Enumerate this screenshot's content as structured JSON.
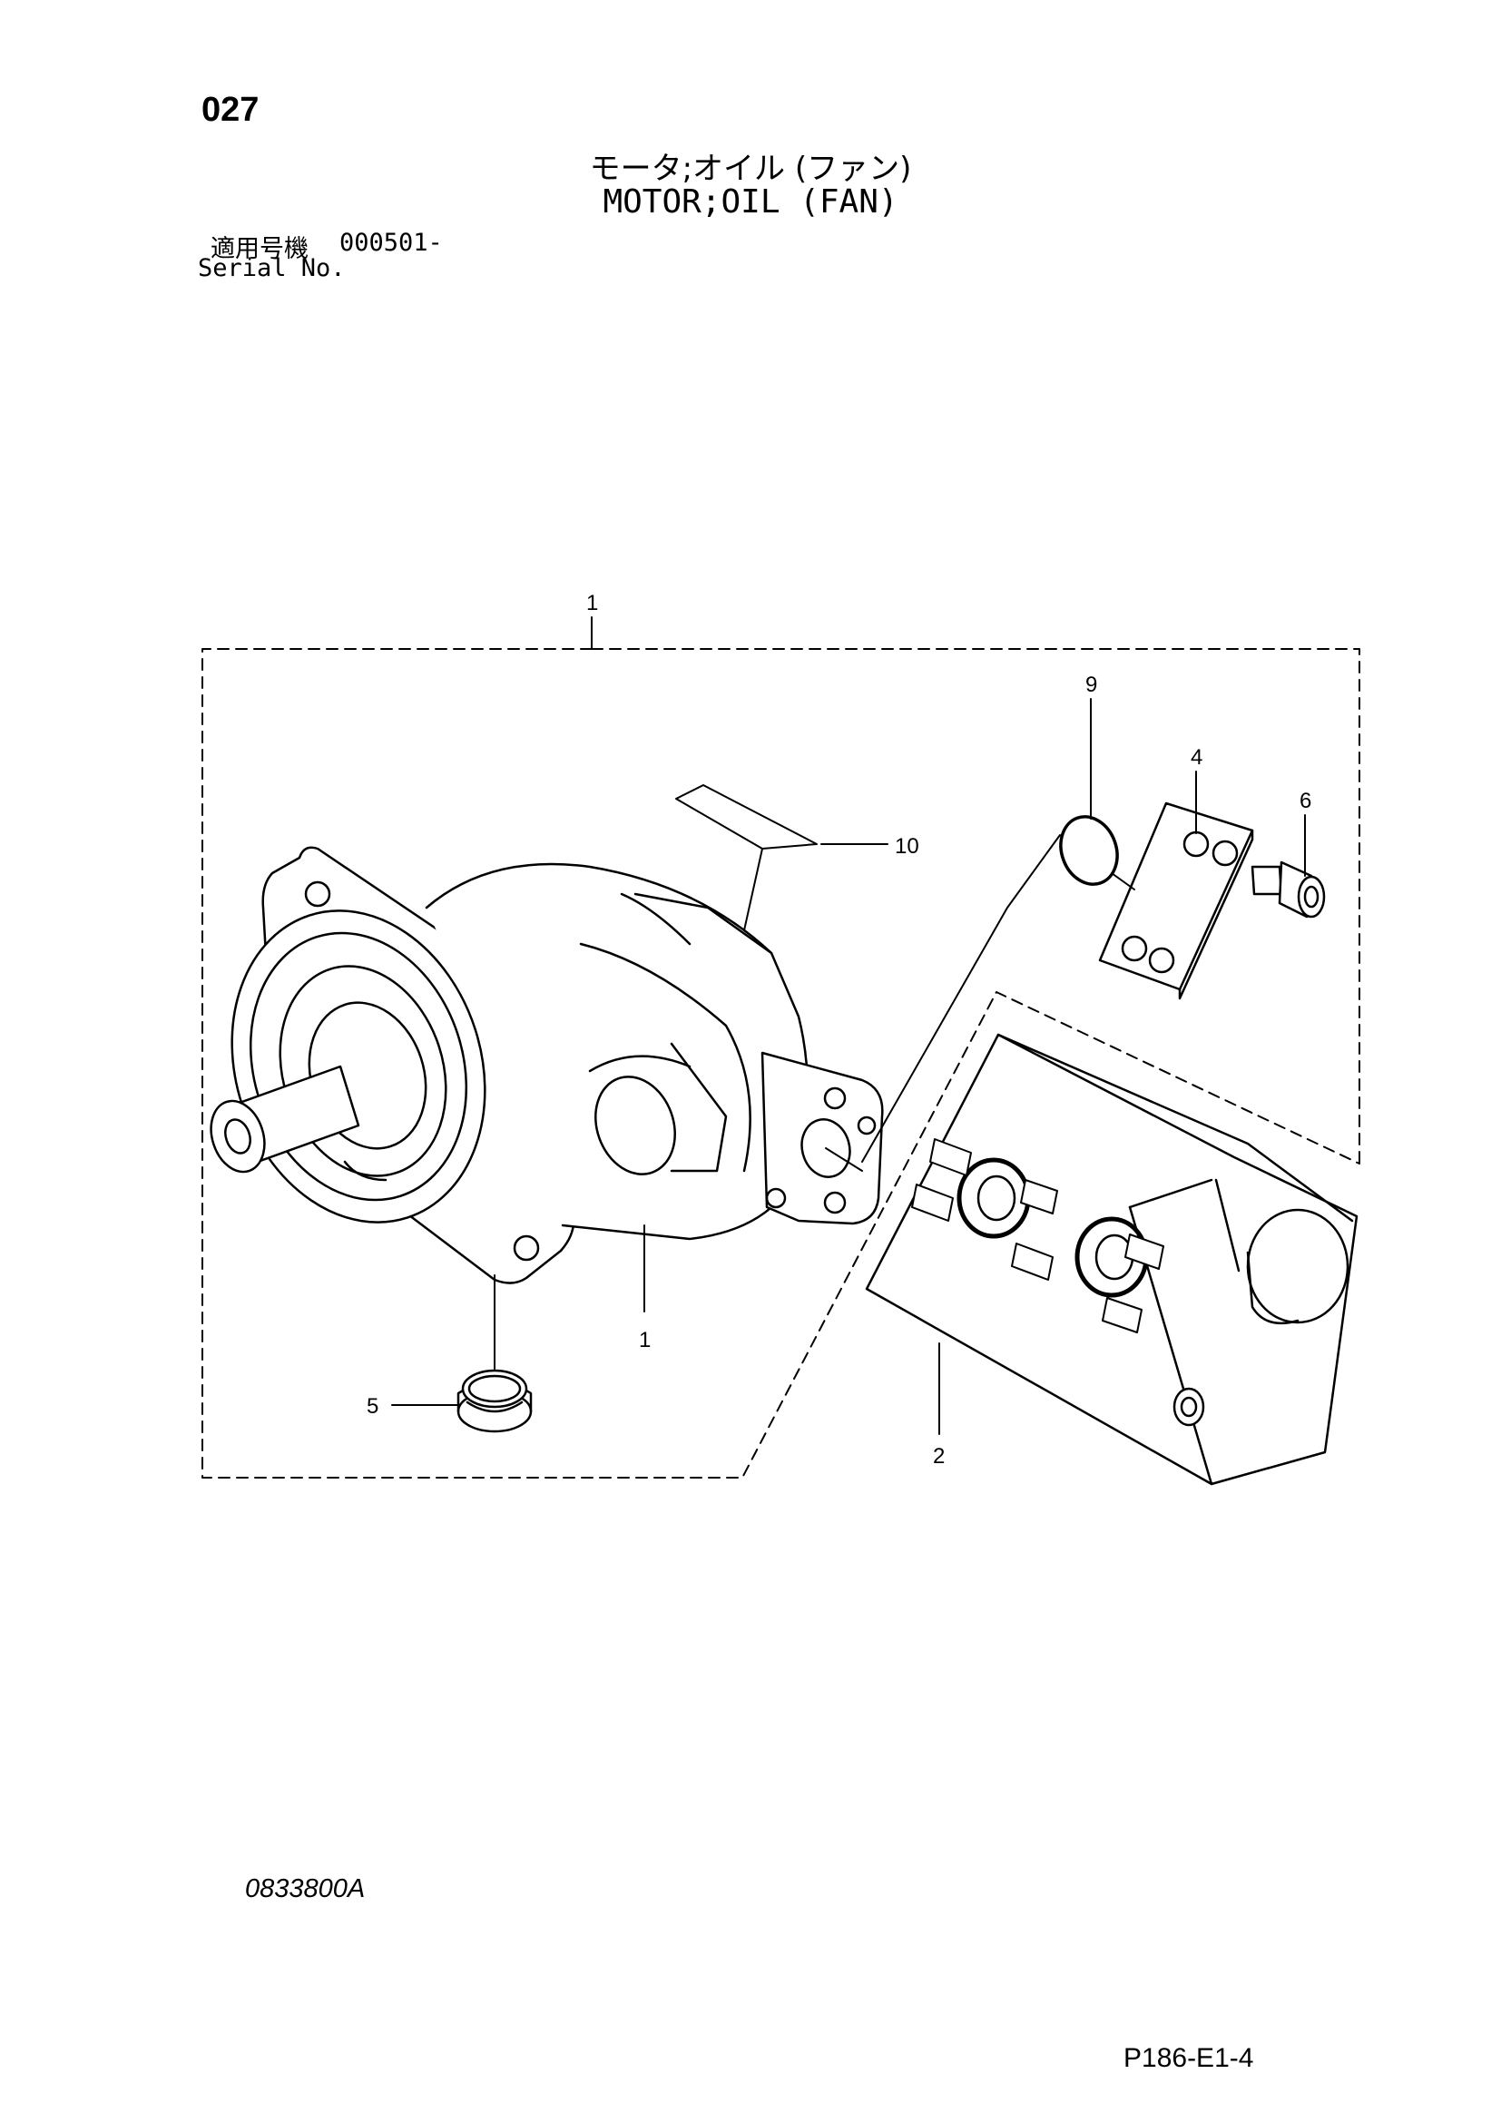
{
  "header": {
    "page_number": "027",
    "title_jp": "モータ;オイル (ファン)",
    "title_en": "MOTOR;OIL (FAN)",
    "serial_label_jp": "適用号機",
    "serial_value": "000501-",
    "serial_label_en": "Serial No."
  },
  "diagram": {
    "callouts": [
      "1",
      "9",
      "4",
      "6",
      "10",
      "1",
      "5",
      "2"
    ]
  },
  "footer": {
    "drawing_number": "0833800A",
    "page_ref": "P186-E1-4"
  }
}
